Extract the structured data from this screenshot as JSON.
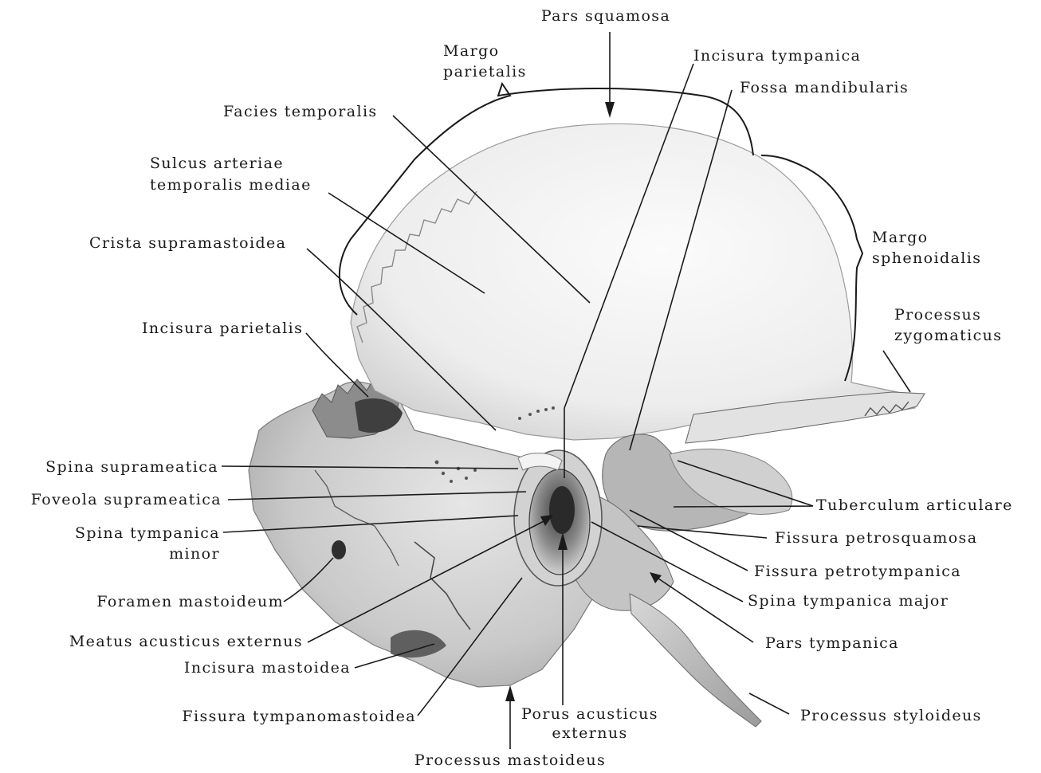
{
  "colors": {
    "bone_light": "#f1f1f1",
    "bone_mid": "#d6d6d6",
    "bone_shadow": "#9a9a9a",
    "bone_dark": "#4a4a4a",
    "ink": "#1a1a1a"
  },
  "labels": {
    "pars_squamosa": "Pars squamosa",
    "margo_parietalis_1": "Margo",
    "margo_parietalis_2": "parietalis",
    "incisura_tympanica": "Incisura tympanica",
    "fossa_mandibularis": "Fossa mandibularis",
    "facies_temporalis": "Facies temporalis",
    "sulcus_1": "Sulcus arteriae",
    "sulcus_2": "temporalis mediae",
    "crista_supramastoidea": "Crista supramastoidea",
    "margo_sphenoidalis_1": "Margo",
    "margo_sphenoidalis_2": "sphenoidalis",
    "processus_zygomaticus_1": "Processus",
    "processus_zygomaticus_2": "zygomaticus",
    "incisura_parietalis": "Incisura parietalis",
    "spina_suprameatica": "Spina suprameatica",
    "foveola_suprameatica": "Foveola suprameatica",
    "spina_tympanica_minor_1": "Spina tympanica",
    "spina_tympanica_minor_2": "minor",
    "foramen_mastoideum": "Foramen mastoideum",
    "meatus_acusticus_externus": "Meatus acusticus externus",
    "incisura_mastoidea": "Incisura mastoidea",
    "fissura_tympanomastoidea": "Fissura tympanomastoidea",
    "processus_mastoideus": "Processus mastoideus",
    "porus_1": "Porus acusticus",
    "porus_2": "externus",
    "tuberculum_articulare": "Tuberculum articulare",
    "fissura_petrosquamosa": "Fissura petrosquamosa",
    "fissura_petrotympanica": "Fissura petrotympanica",
    "spina_tympanica_major": "Spina tympanica major",
    "pars_tympanica": "Pars tympanica",
    "processus_styloideus": "Processus styloideus"
  }
}
